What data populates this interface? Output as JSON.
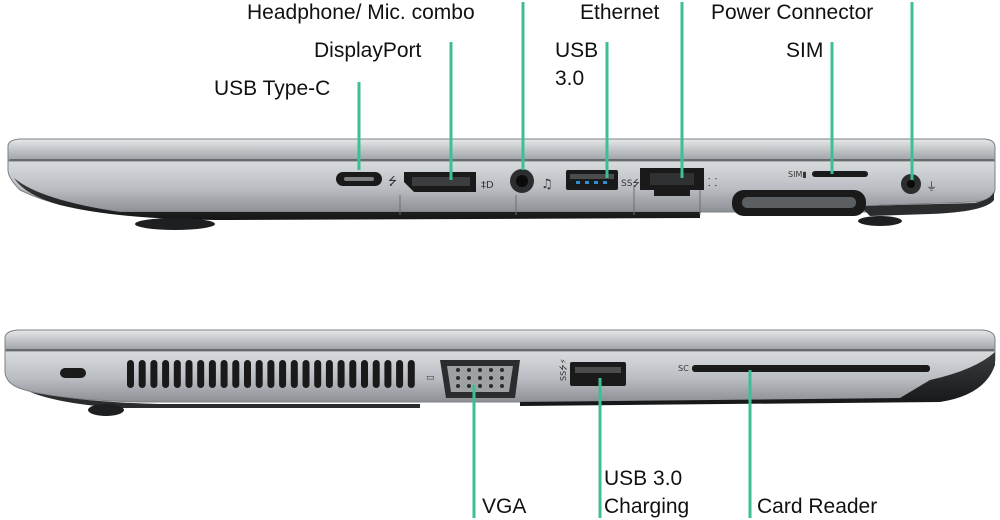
{
  "top_labels": {
    "headphone": "Headphone/ Mic. combo",
    "ethernet": "Ethernet",
    "power": "Power Connector",
    "displayport": "DisplayPort",
    "usb30_line1": "USB",
    "usb30_line2": "3.0",
    "sim": "SIM",
    "usbc": "USB Type-C"
  },
  "bottom_labels": {
    "vga": "VGA",
    "usb_charging_line1": "USB 3.0",
    "usb_charging_line2": "Charging",
    "card_reader": "Card Reader"
  },
  "colors": {
    "leader_line": "#3cbf95",
    "chassis_light": "#c9cccf",
    "chassis_dark": "#2a2c2e",
    "port_black": "#1a1a1a"
  }
}
